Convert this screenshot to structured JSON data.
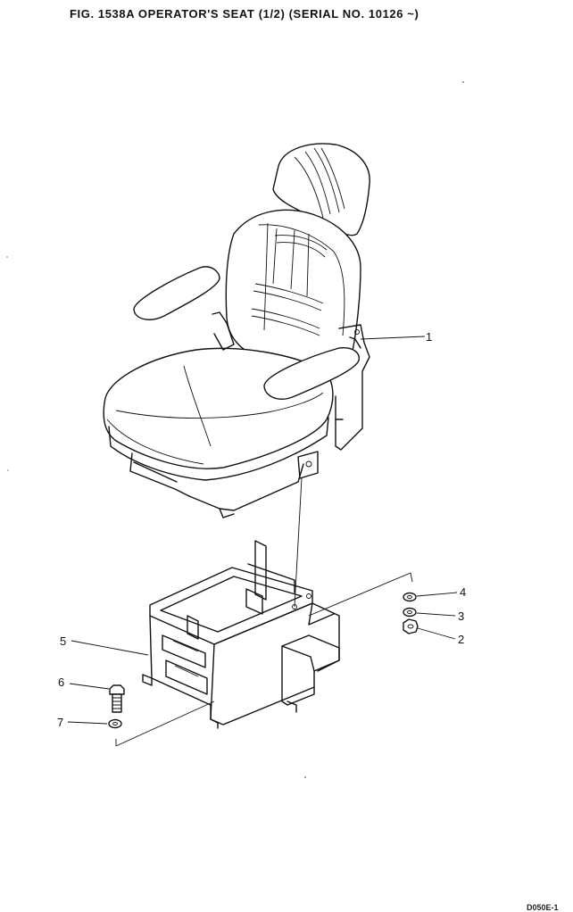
{
  "title": "FIG. 1538A   OPERATOR'S SEAT (1/2) (SERIAL NO. 10126 ~)",
  "page_code": "D050E-1",
  "callouts": {
    "seat": "1",
    "nut": "2",
    "washer_3": "3",
    "washer_4": "4",
    "bracket": "5",
    "bolt": "6",
    "washer_7": "7"
  }
}
